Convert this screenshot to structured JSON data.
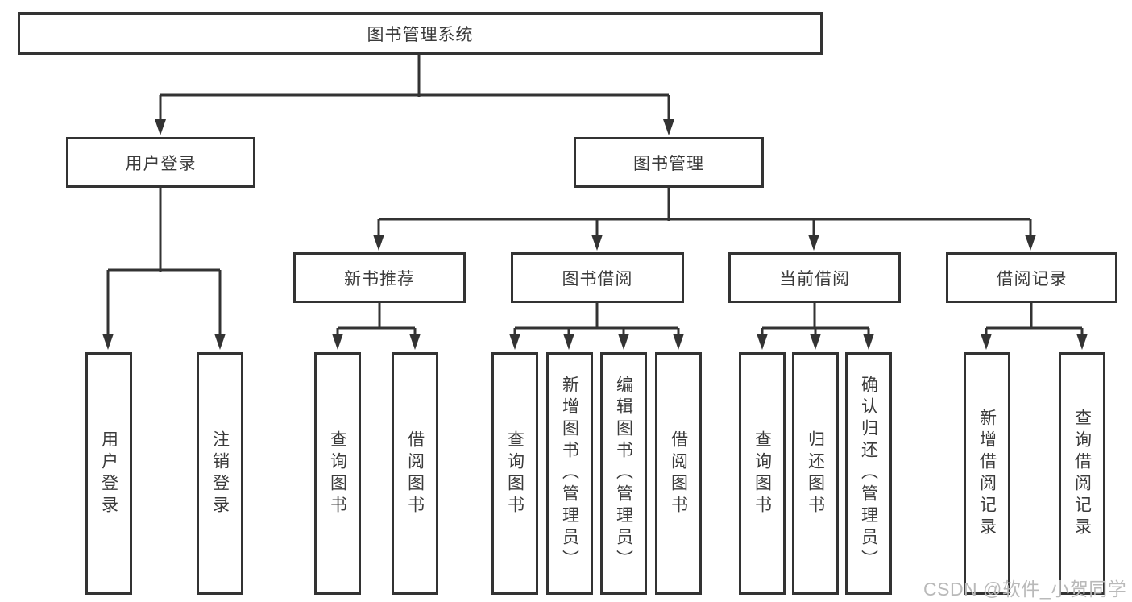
{
  "diagram": {
    "root": "图书管理系统",
    "level2": {
      "user_login": "用户登录",
      "book_mgmt": "图书管理"
    },
    "level3": {
      "new_books": "新书推荐",
      "book_borrow": "图书借阅",
      "current_borrow": "当前借阅",
      "borrow_records": "借阅记录"
    },
    "leaves": {
      "user_login": [
        "用户登录",
        "注销登录"
      ],
      "new_books": [
        "查询图书",
        "借阅图书"
      ],
      "book_borrow": [
        "查询图书",
        "新增图书（管理员）",
        "编辑图书（管理员）",
        "借阅图书"
      ],
      "current_borrow": [
        "查询图书",
        "归还图书",
        "确认归还（管理员）"
      ],
      "borrow_records": [
        "新增借阅记录",
        "查询借阅记录"
      ]
    }
  },
  "watermark": "CSDN @软件_小贺同学",
  "colors": {
    "line": "#333333",
    "text": "#3b3b3b",
    "watermark": "#b9b9b9",
    "background": "#ffffff"
  }
}
